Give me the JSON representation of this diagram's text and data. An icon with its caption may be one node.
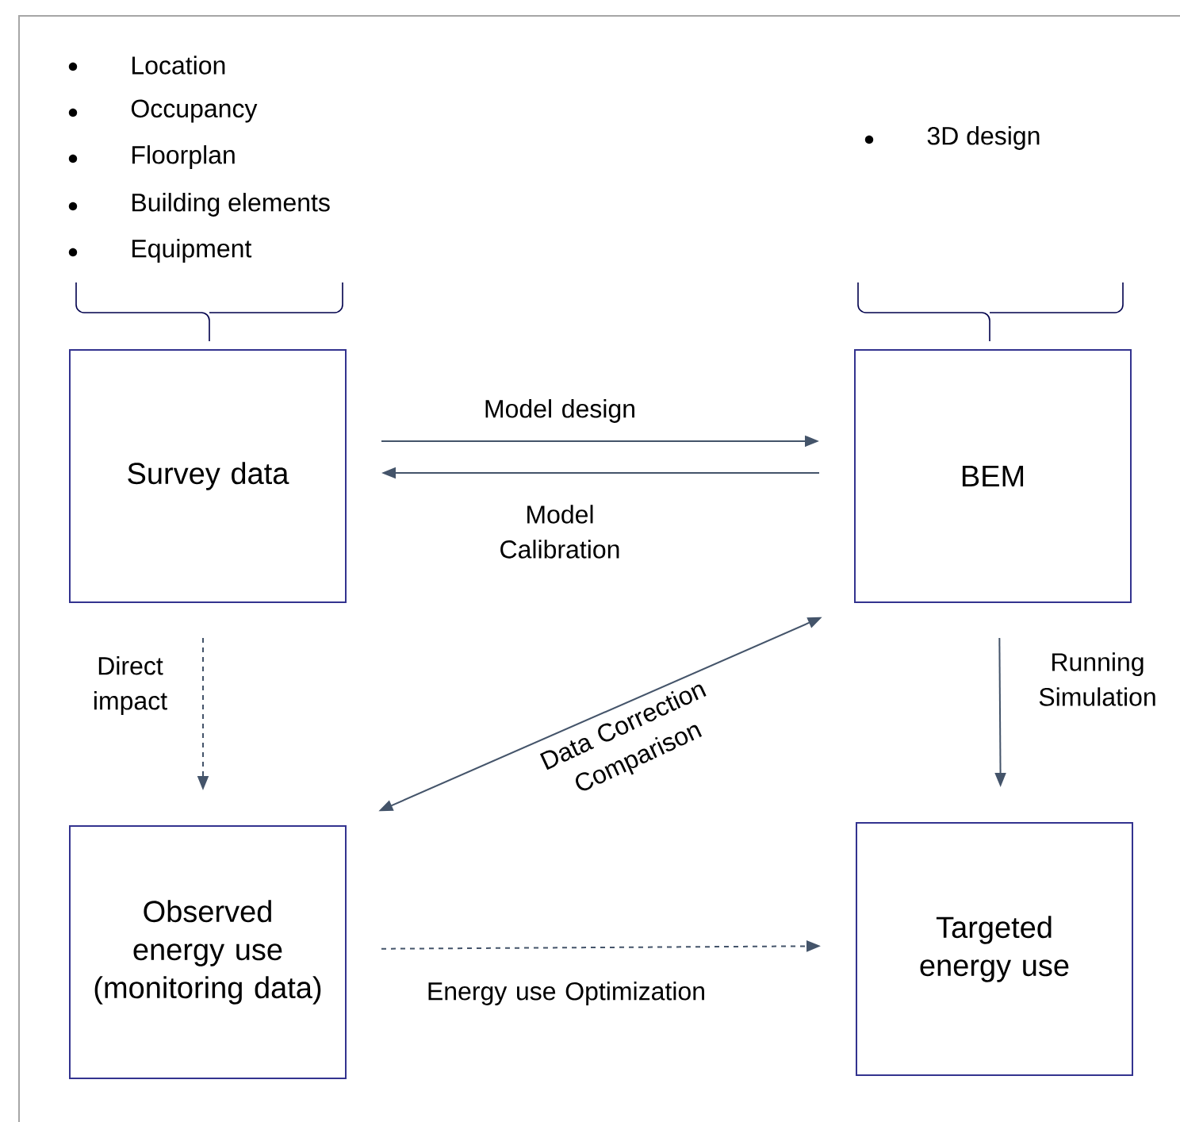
{
  "diagram": {
    "nodes": [
      {
        "text": [
          "Survey data"
        ]
      },
      {
        "text": [
          "BEM"
        ]
      },
      {
        "text": [
          "Observed energy use (monitoring data)"
        ]
      },
      {
        "text": [
          "Targeted energy use"
        ]
      }
    ],
    "edges": [
      {
        "from": 0,
        "to": 1,
        "arrow": "to",
        "label": "Model design"
      },
      {
        "from": 1,
        "to": 0,
        "arrow": "to",
        "label": "Model Calibration"
      },
      {
        "from": 0,
        "to": 2,
        "arrow": "to",
        "label": "Direct impact",
        "style": "dashed"
      },
      {
        "from": 2,
        "to": 1,
        "arrow": "both",
        "label": "Data Correction Comparison"
      },
      {
        "from": 1,
        "to": 3,
        "arrow": "to",
        "label": "Running Simulation"
      },
      {
        "from": 2,
        "to": 3,
        "arrow": "to",
        "label": "Energy use Optimization",
        "style": "dashed"
      }
    ],
    "labels": [
      "Location",
      "Occupancy",
      "Floorplan",
      "Building elements",
      "Equipment",
      "3D design"
    ]
  }
}
